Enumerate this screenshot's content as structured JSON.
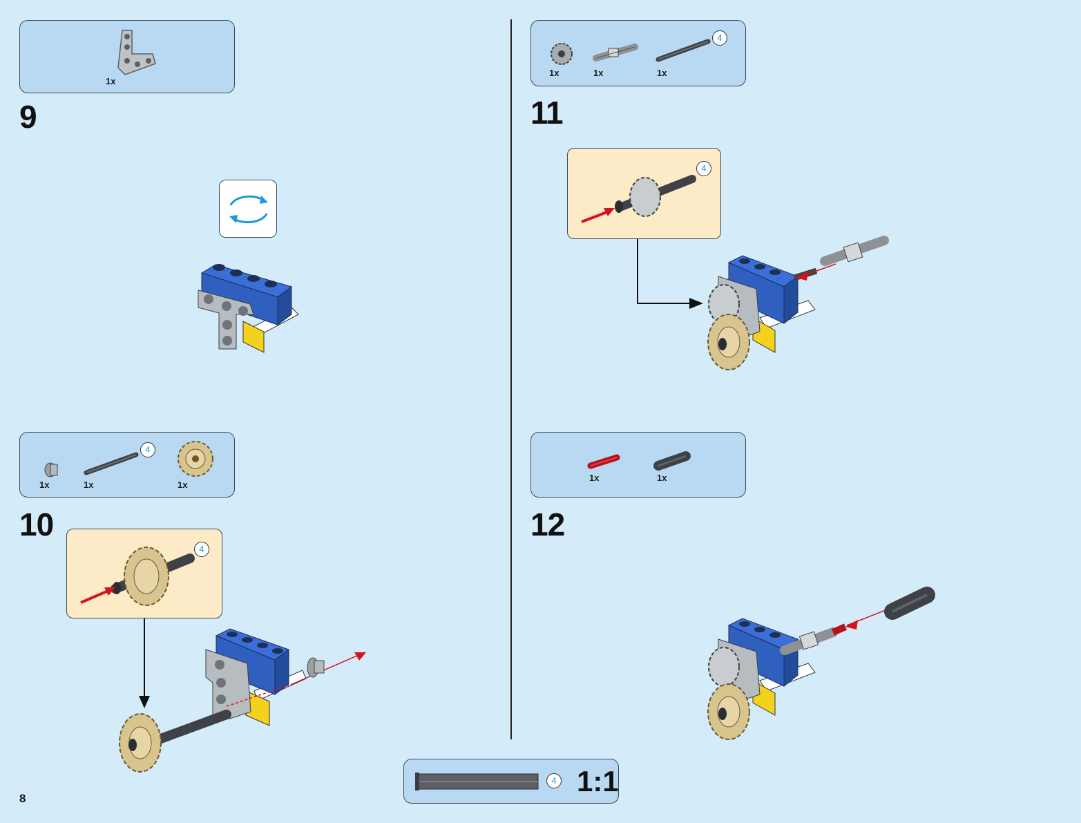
{
  "page_number": "8",
  "steps": [
    {
      "number": "9",
      "parts": [
        {
          "qty": "1x"
        }
      ]
    },
    {
      "number": "10",
      "parts": [
        {
          "qty": "1x"
        },
        {
          "qty": "1x",
          "length": "4"
        },
        {
          "qty": "1x"
        }
      ],
      "subassembly_length": "4"
    },
    {
      "number": "11",
      "parts": [
        {
          "qty": "1x"
        },
        {
          "qty": "1x"
        },
        {
          "qty": "1x",
          "length": "4"
        }
      ],
      "subassembly_length": "4"
    },
    {
      "number": "12",
      "parts": [
        {
          "qty": "1x"
        },
        {
          "qty": "1x"
        }
      ]
    }
  ],
  "scale_guide": {
    "length": "4",
    "label": "1:1"
  },
  "icons": {
    "rotate": "rotate-model-icon",
    "arrow": "assembly-arrow-icon"
  },
  "colors": {
    "background": "#d4ebf9",
    "callout": "#b9d9f3",
    "subassembly": "#fcebc6",
    "brick_blue": "#2f5fbf",
    "accent_arrow": "#d4141c",
    "length_badge_text": "#1aa0d8"
  }
}
